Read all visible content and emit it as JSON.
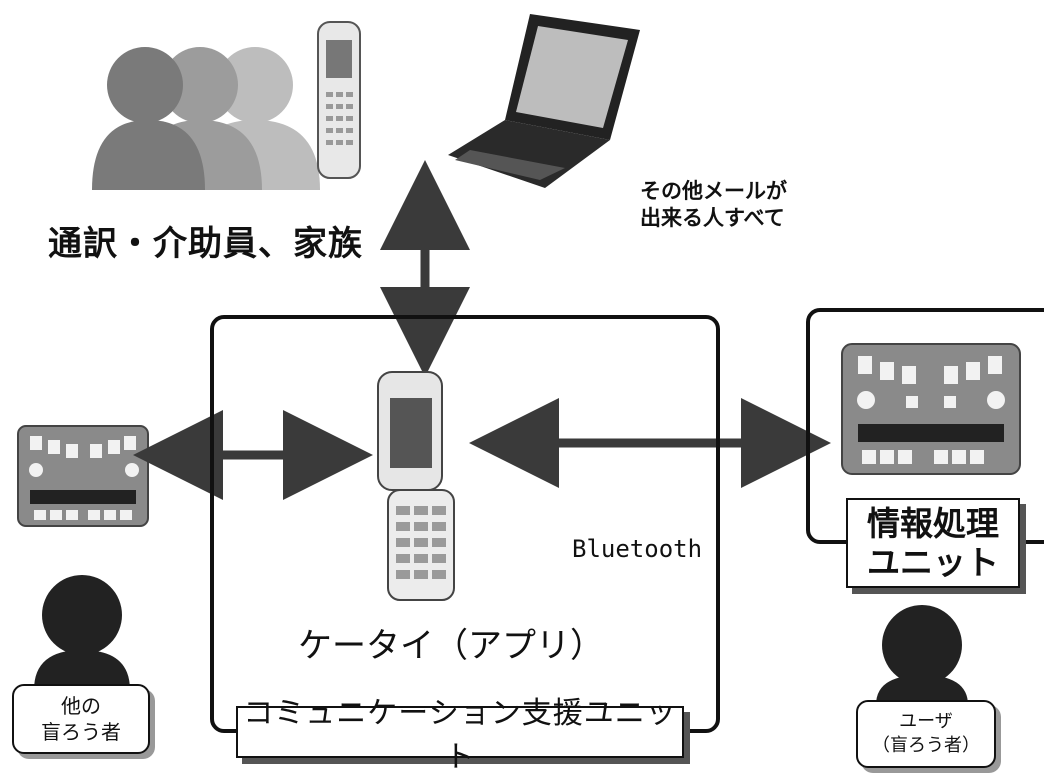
{
  "top": {
    "group_label": "通訳・介助員、家族",
    "others_label": "その他メールが\n出来る人すべて"
  },
  "center": {
    "phone_label": "ケータイ（アプリ）",
    "frame_title": "コミュニケーション支援ユニット",
    "link_label": "Bluetooth"
  },
  "right": {
    "unit_label": "情報処理\nユニット",
    "user_label": "ユーザ\n（盲ろう者）"
  },
  "left": {
    "person_label": "他の\n盲ろう者"
  },
  "colors": {
    "ink": "#111111",
    "arrow": "#3a3a3a",
    "device_body": "#8a8a8a",
    "person": "#222222",
    "family_dark": "#7a7a7a",
    "family_mid": "#9c9c9c",
    "family_light": "#bdbdbd"
  },
  "icons": [
    "family-group-icon",
    "mobile-phone-icon",
    "laptop-icon",
    "braille-device-icon",
    "person-icon"
  ]
}
